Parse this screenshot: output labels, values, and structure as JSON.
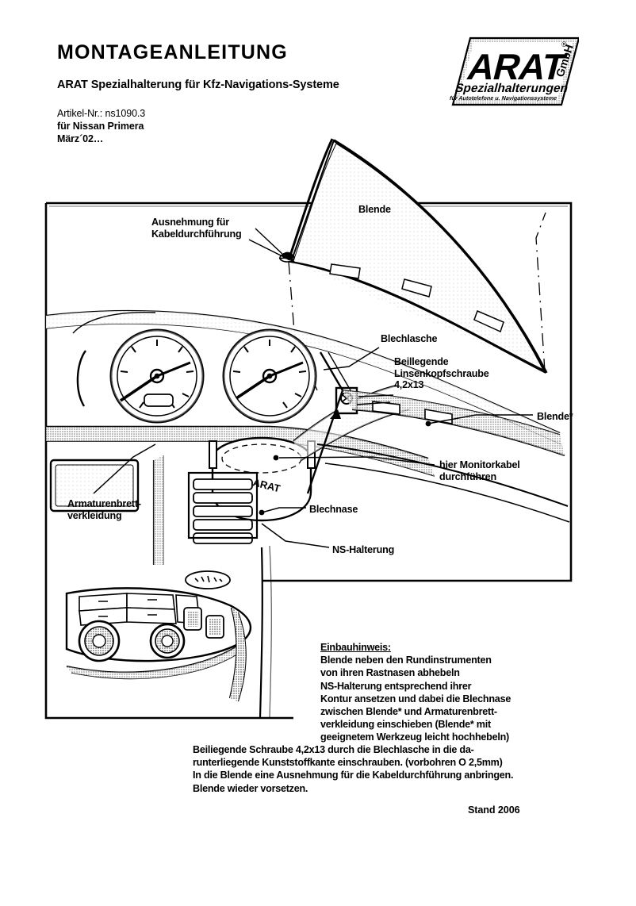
{
  "document": {
    "title": "MONTAGEANLEITUNG",
    "subtitle": "ARAT Spezialhalterung für Kfz-Navigations-Systeme",
    "article_number": "Artikel-Nr.: ns1090.3",
    "vehicle": "für Nissan Primera",
    "date": "März´02…",
    "footer": "Stand 2006"
  },
  "logo": {
    "brand": "ARAT",
    "registered_mark": "®",
    "company_form": "GmbH",
    "tagline": "Spezialhalterungen",
    "subtagline": "für Autotelefone u. Navigationssysteme"
  },
  "diagram": {
    "callouts": {
      "ausnehmung": "Ausnehmung für\nKabeldurchführung",
      "blende": "Blende",
      "blechlasche": "Blechlasche",
      "schraube": "Beillegende\nLinsenkopfschraube\n4,2x13",
      "blende_star": "Blende*",
      "monitorkabel": "hier Monitorkabel\ndurchführen",
      "armaturenbrett": "Armaturenbrett-\nverkleidung",
      "blechnase": "Blechnase",
      "ns_halterung": "NS-Halterung"
    },
    "part_embossing": "ARAT"
  },
  "instructions": {
    "heading": "Einbauhinweis:",
    "lines": [
      "Blende neben den Rundinstrumenten",
      "von ihren Rastnasen abhebeln",
      "NS-Halterung entsprechend ihrer",
      "Kontur ansetzen und dabei die Blechnase",
      "zwischen Blende* und Armaturenbrett-",
      "verkleidung einschieben (Blende* mit",
      "geeignetem Werkzeug leicht hochhebeln)"
    ],
    "wide_lines": [
      "Beiliegende Schraube 4,2x13 durch die Blechlasche in die  da-",
      "runterliegende Kunststoffkante einschrauben. (vorbohren O 2,5mm)",
      "In die Blende eine Ausnehmung für die Kabeldurchführung anbringen.",
      "Blende wieder vorsetzen."
    ]
  },
  "colors": {
    "ink": "#000000",
    "paper": "#ffffff",
    "shade": "#d8d8d8"
  }
}
